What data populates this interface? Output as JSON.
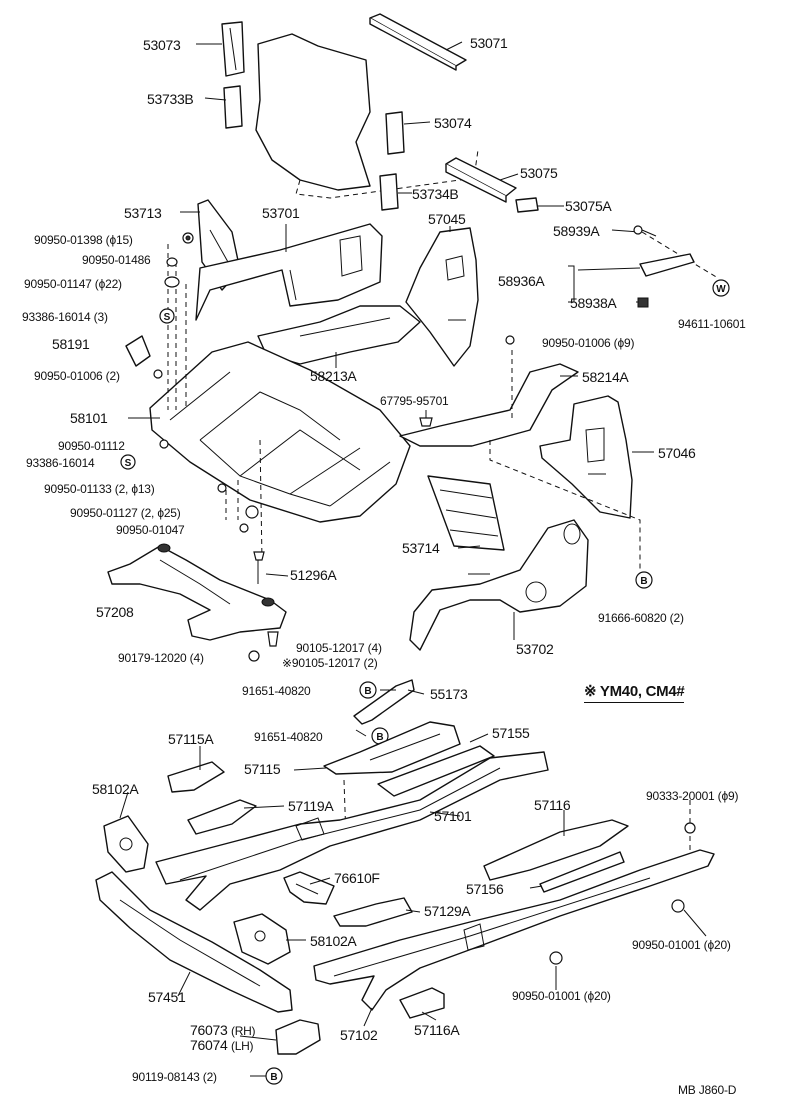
{
  "diagram": {
    "labels": {
      "p53073": "53073",
      "p53071": "53071",
      "p53733B": "53733B",
      "p53074": "53074",
      "p53075": "53075",
      "p53734B": "53734B",
      "p53075A": "53075A",
      "p53713": "53713",
      "p53701": "53701",
      "p57045": "57045",
      "p58939A": "58939A",
      "p90950_01398": "90950-01398 (ϕ15)",
      "p90950_01486": "90950-01486",
      "p90950_01147": "90950-01147 (ϕ22)",
      "p58936A": "58936A",
      "p58938A": "58938A",
      "p93386_16014_3": "93386-16014 (3)",
      "p94611_10601": "94611-10601",
      "p58191": "58191",
      "p58213A": "58213A",
      "p90950_01006_9": "90950-01006 (ϕ9)",
      "p90950_01006_2": "90950-01006 (2)",
      "p58214A": "58214A",
      "p58101": "58101",
      "p67795_95701": "67795-95701",
      "p90950_01112": "90950-01112",
      "p57046": "57046",
      "p93386_16014": "93386-16014",
      "p90950_01133": "90950-01133 (2, ϕ13)",
      "p90950_01127": "90950-01127 (2, ϕ25)",
      "p90950_01047": "90950-01047",
      "p53714": "53714",
      "p51296A": "51296A",
      "p57208": "57208",
      "p91666_60820": "91666-60820 (2)",
      "p90105_12017_4": "90105-12017 (4)",
      "p90179_12020": "90179-12020 (4)",
      "p90105_12017_2": "90105-12017 (2)",
      "p53702": "53702",
      "p91651_40820_a": "91651-40820",
      "p55173": "55173",
      "p91651_40820_b": "91651-40820",
      "p57115A": "57115A",
      "p57155": "57155",
      "p57115": "57115",
      "p58102A_top": "58102A",
      "p57119A": "57119A",
      "p57116": "57116",
      "p90333_20001": "90333-20001 (ϕ9)",
      "p57101": "57101",
      "p76610F": "76610F",
      "p57156": "57156",
      "p57129A": "57129A",
      "p58102A_bot": "58102A",
      "p90950_01001_right": "90950-01001 (ϕ20)",
      "p57451": "57451",
      "p90950_01001_mid": "90950-01001 (ϕ20)",
      "p76073": "76073",
      "p76073_side": "(RH)",
      "p76074": "76074",
      "p76074_side": "(LH)",
      "p57102": "57102",
      "p57116A": "57116A",
      "p90119_08143": "90119-08143 (2)",
      "mark_note": "※",
      "mark_a": "※",
      "model_note": "YM40, CM4#",
      "page_code": "MB  J860-D"
    },
    "callouts": {
      "S": "S",
      "W": "W",
      "B": "B"
    }
  }
}
